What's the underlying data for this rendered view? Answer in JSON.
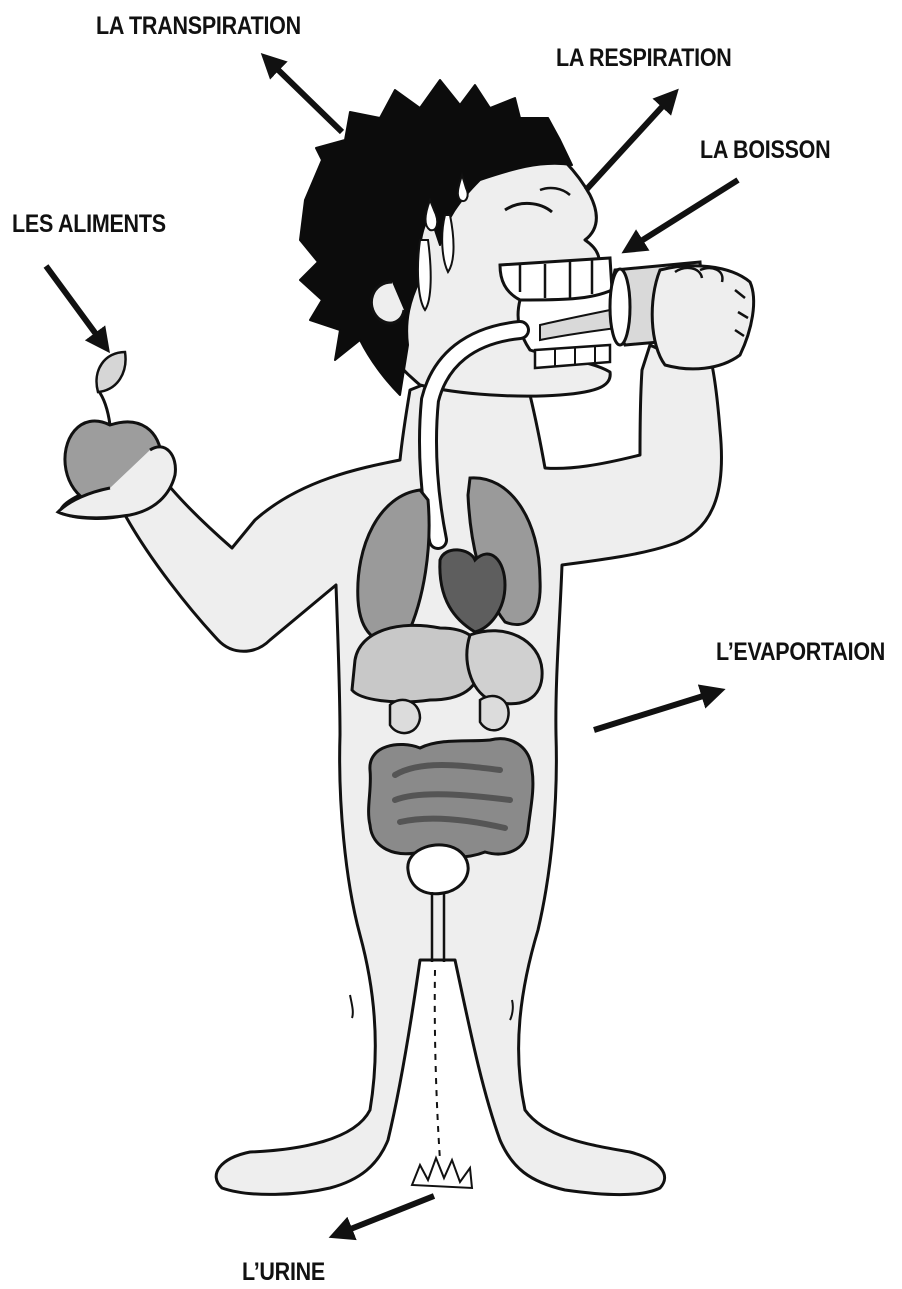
{
  "labels": {
    "transpiration": "LA TRANSPIRATION",
    "respiration": "LA RESPIRATION",
    "boisson": "LA BOISSON",
    "aliments": "LES ALIMENTS",
    "evaporation": "L’EVAPORTAION",
    "urine": "L’URINE"
  },
  "colors": {
    "ink": "#111111",
    "skin": "#eeeeee",
    "hair": "#0c0c0c",
    "lungs": "#9a9a9a",
    "heart": "#5e5e5e",
    "liver": "#c8c8c8",
    "intestine": "#8a8a8a",
    "apple": "#9d9d9d",
    "glass": "#d9d9d9"
  },
  "icons": {
    "arrow": "arrow-icon"
  }
}
